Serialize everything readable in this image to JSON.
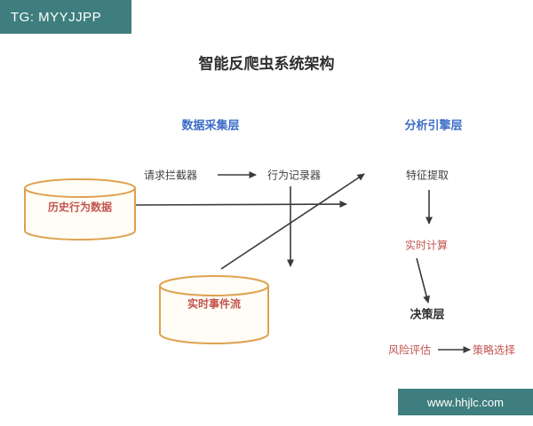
{
  "badges": {
    "top_left": "TG: MYYJJPP",
    "bottom_right": "www.hhjlc.com"
  },
  "title": "智能反爬虫系统架构",
  "layers": {
    "collection": "数据采集层",
    "analysis": "分析引擎层",
    "decision": "决策层"
  },
  "nodes": {
    "request_interceptor": "请求拦截器",
    "behavior_recorder": "行为记录器",
    "feature_extraction": "特征提取",
    "realtime_compute": "实时计算",
    "risk_assessment": "风险评估",
    "strategy_selection": "策略选择"
  },
  "datastores": {
    "history": "历史行为数据",
    "stream": "实时事件流"
  },
  "colors": {
    "badge_bg": "#3e7e7e",
    "layer_label": "#3d6cc8",
    "red_text": "#c2544e",
    "cylinder_border": "#dfa14e",
    "cylinder_fill": "#fffdf6",
    "arrow": "#3b3b3b",
    "title_text": "#2f2f2f",
    "node_text": "#3f3f3f"
  }
}
